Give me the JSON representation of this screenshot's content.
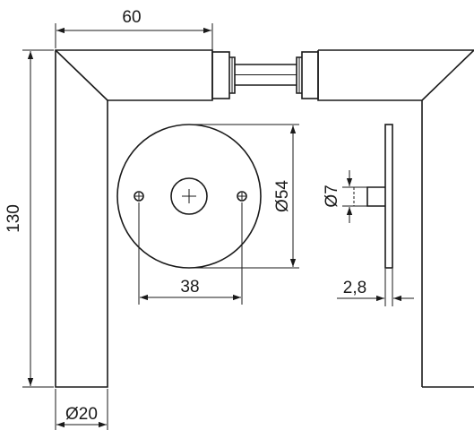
{
  "dimensions": {
    "width_top": "60",
    "height_total": "130",
    "rose_diameter": "Ø54",
    "hole_spacing": "38",
    "spindle_diameter": "Ø7",
    "plate_thickness": "2,8",
    "handle_diameter": "Ø20"
  }
}
